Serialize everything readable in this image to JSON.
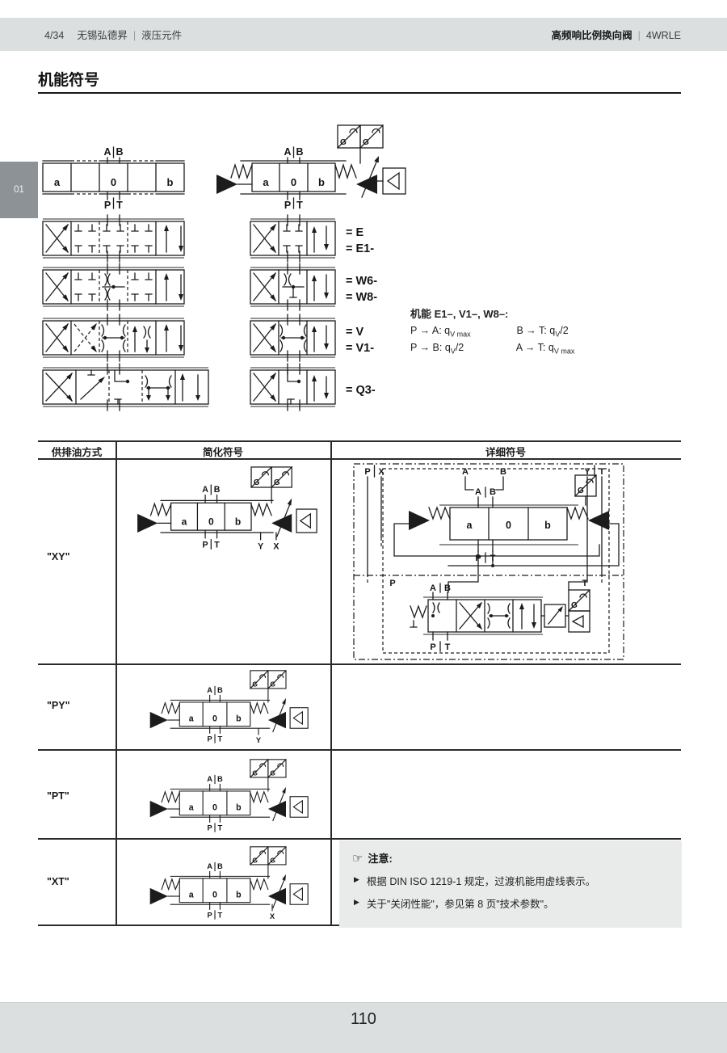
{
  "header": {
    "page_ref": "4/34",
    "company": "无锡弘德昇",
    "separator": "|",
    "division": "液压元件",
    "product": "高频响比例换向阀",
    "code": "4WRLE"
  },
  "side_tab": "01",
  "title": "机能符号",
  "labels": {
    "A": "A",
    "B": "B",
    "P": "P",
    "T": "T",
    "a": "a",
    "b": "b",
    "zero": "0",
    "G": "G",
    "X": "X",
    "Y": "Y"
  },
  "spool_labels": {
    "e": "= E",
    "e1": "= E1-",
    "w6": "= W6-",
    "w8": "= W8-",
    "v": "= V",
    "v1": "= V1-",
    "q3": "= Q3-"
  },
  "fn": {
    "title": "机能 E1–, V1–, W8–:",
    "r1a": "P → A: q",
    "r1a_sub": "V max",
    "r1b": "B → T: q",
    "r1b_sub": "V",
    "r1b_tail": "/2",
    "r2a": "P → B: q",
    "r2a_sub": "V",
    "r2a_tail": "/2",
    "r2b": "A → T: q",
    "r2b_sub": "V max"
  },
  "table": {
    "headers": [
      "供排油方式",
      "简化符号",
      "详细符号"
    ],
    "rows": [
      {
        "label": "\"XY\""
      },
      {
        "label": "\"PY\""
      },
      {
        "label": "\"PT\""
      },
      {
        "label": "\"XT\""
      }
    ]
  },
  "notice": {
    "icon": "☞",
    "title": "注意:",
    "marker": "▶",
    "bullet1": "根据 DIN ISO 1219-1 规定，过渡机能用虚线表示。",
    "bullet2": "关于\"关闭性能\"，参见第 8 页\"技术参数\"。"
  },
  "footer_page_number": "110",
  "colors": {
    "band": "#dcdfe0",
    "tab": "#8c9296",
    "notice_bg": "#e9ebeb",
    "ink": "#1c1c1c"
  }
}
